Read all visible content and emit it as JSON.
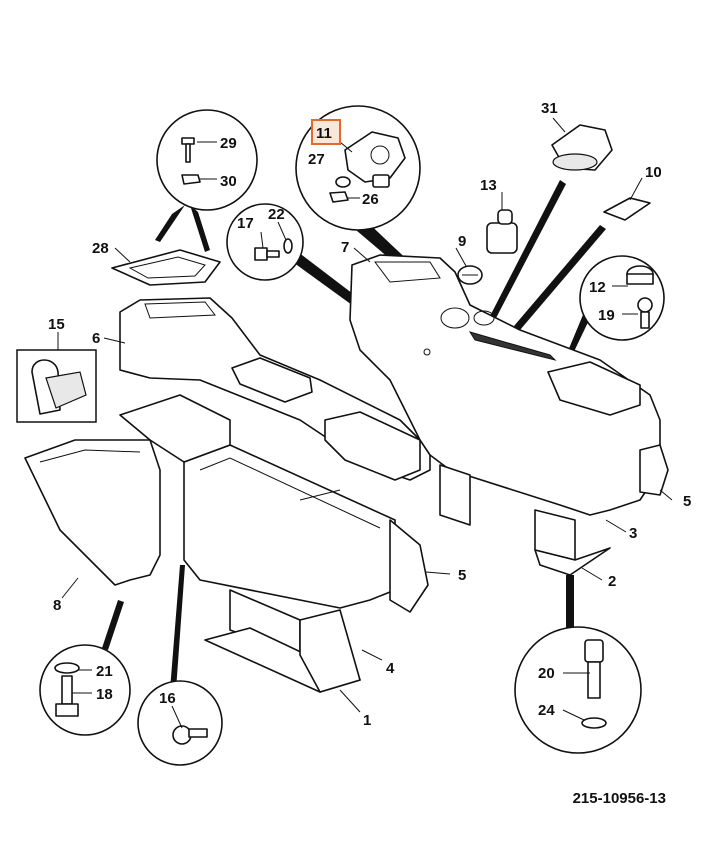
{
  "diagram": {
    "highlighted_callout": "11",
    "highlight_color": "#e06b2b",
    "reference_code": "215-10956-13",
    "callouts": {
      "c1": "1",
      "c2": "2",
      "c3": "3",
      "c4": "4",
      "c5a": "5",
      "c5b": "5",
      "c6": "6",
      "c7": "7",
      "c8": "8",
      "c9": "9",
      "c10": "10",
      "c11": "11",
      "c12": "12",
      "c13": "13",
      "c15": "15",
      "c16": "16",
      "c17": "17",
      "c18": "18",
      "c19": "19",
      "c20": "20",
      "c21": "21",
      "c22": "22",
      "c24": "24",
      "c26": "26",
      "c27": "27",
      "c28": "28",
      "c29": "29",
      "c30": "30",
      "c31": "31"
    }
  }
}
